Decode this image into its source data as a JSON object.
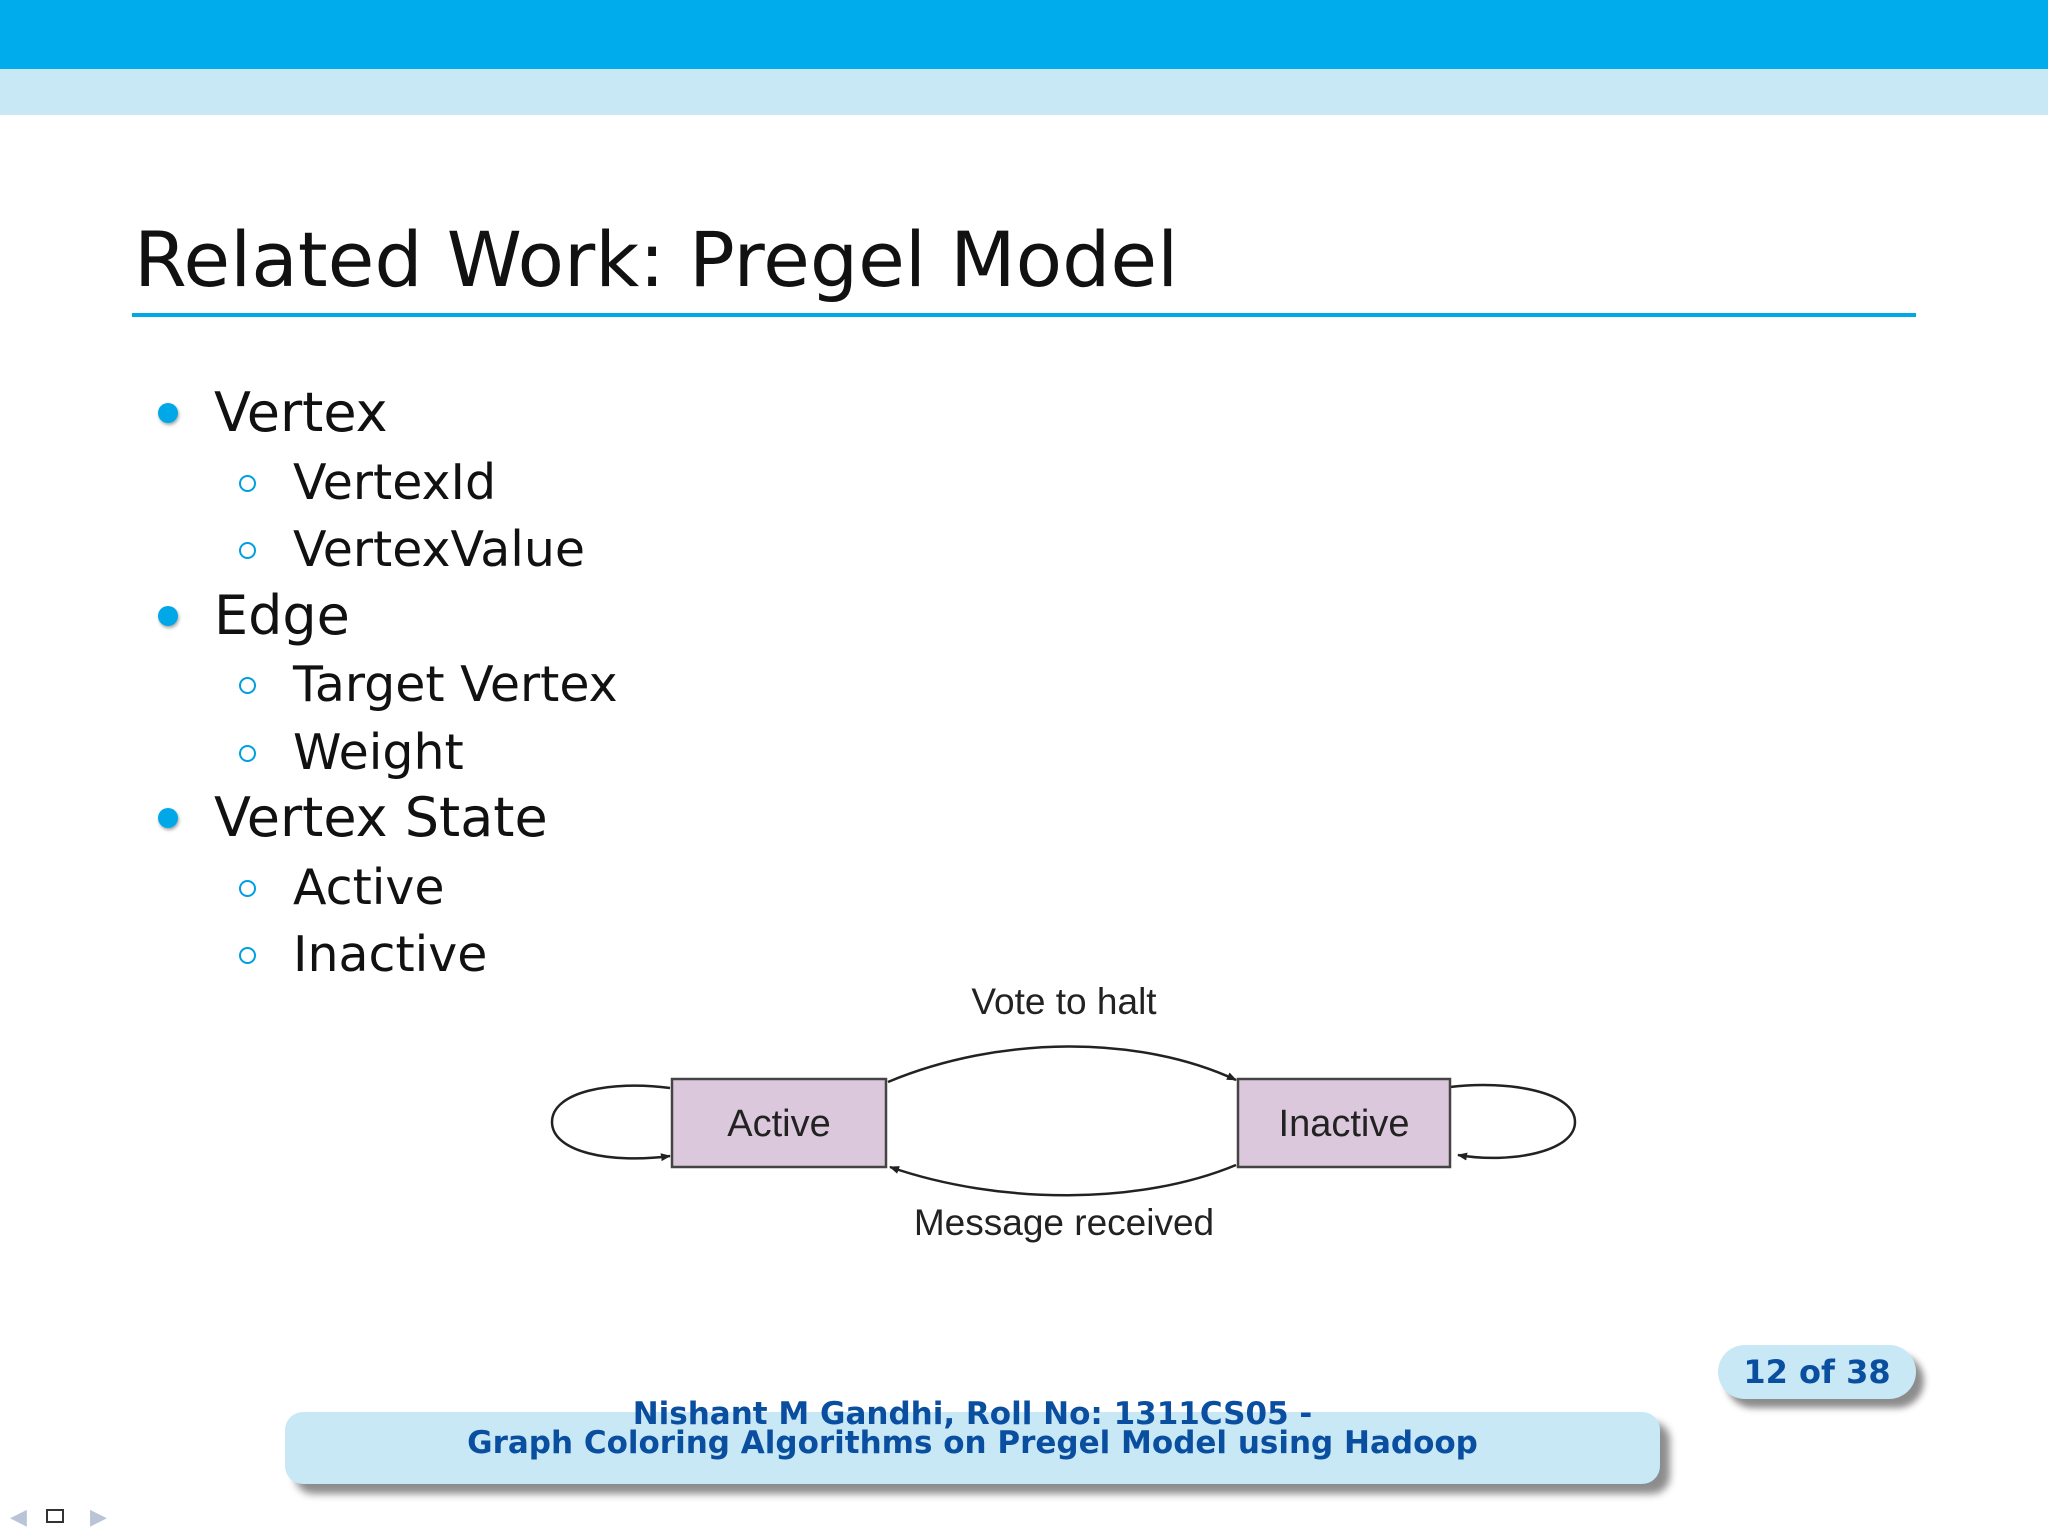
{
  "slide": {
    "title": "Related Work: Pregel Model",
    "bullets": [
      {
        "label": "Vertex",
        "children": [
          "VertexId",
          "VertexValue"
        ]
      },
      {
        "label": "Edge",
        "children": [
          "Target Vertex",
          "Weight"
        ]
      },
      {
        "label": "Vertex State",
        "children": [
          "Active",
          "Inactive"
        ]
      }
    ]
  },
  "diagram": {
    "states": [
      "Active",
      "Inactive"
    ],
    "transitions": {
      "top": "Vote to halt",
      "bottom": "Message received"
    }
  },
  "page_indicator": "12 of 38",
  "footer": {
    "line1": "Nishant M Gandhi, Roll No: 1311CS05 -",
    "line2": "Graph Coloring Algorithms on Pregel Model using Hadoop"
  },
  "colors": {
    "header_bar": "#00acec",
    "header_band": "#c8e8f6",
    "accent": "#00a8e8",
    "state_box_fill": "#dcc8dc",
    "footer_text": "#0a4ea0"
  },
  "nav_icons": [
    "prev-arrow-icon",
    "frame-icon",
    "next-arrow-icon"
  ]
}
